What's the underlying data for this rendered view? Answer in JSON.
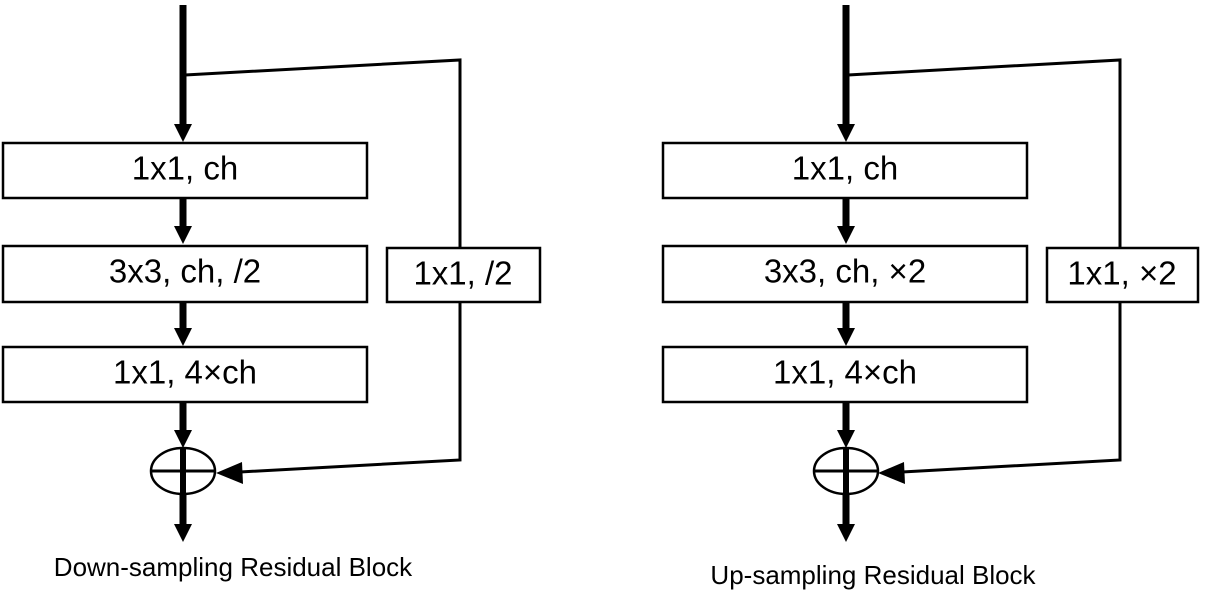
{
  "blocks": [
    {
      "main_path": [
        "1x1, ch",
        "3x3, ch, /2",
        "1x1, 4×ch"
      ],
      "shortcut": "1x1, /2",
      "caption": "Down-sampling Residual Block"
    },
    {
      "main_path": [
        "1x1, ch",
        "3x3, ch, ×2",
        "1x1, 4×ch"
      ],
      "shortcut": "1x1, ×2",
      "caption": "Up-sampling Residual Block"
    }
  ],
  "colors": {
    "stroke": "#000000",
    "background": "#ffffff"
  },
  "icons": {
    "adder": "circled-plus-icon"
  }
}
